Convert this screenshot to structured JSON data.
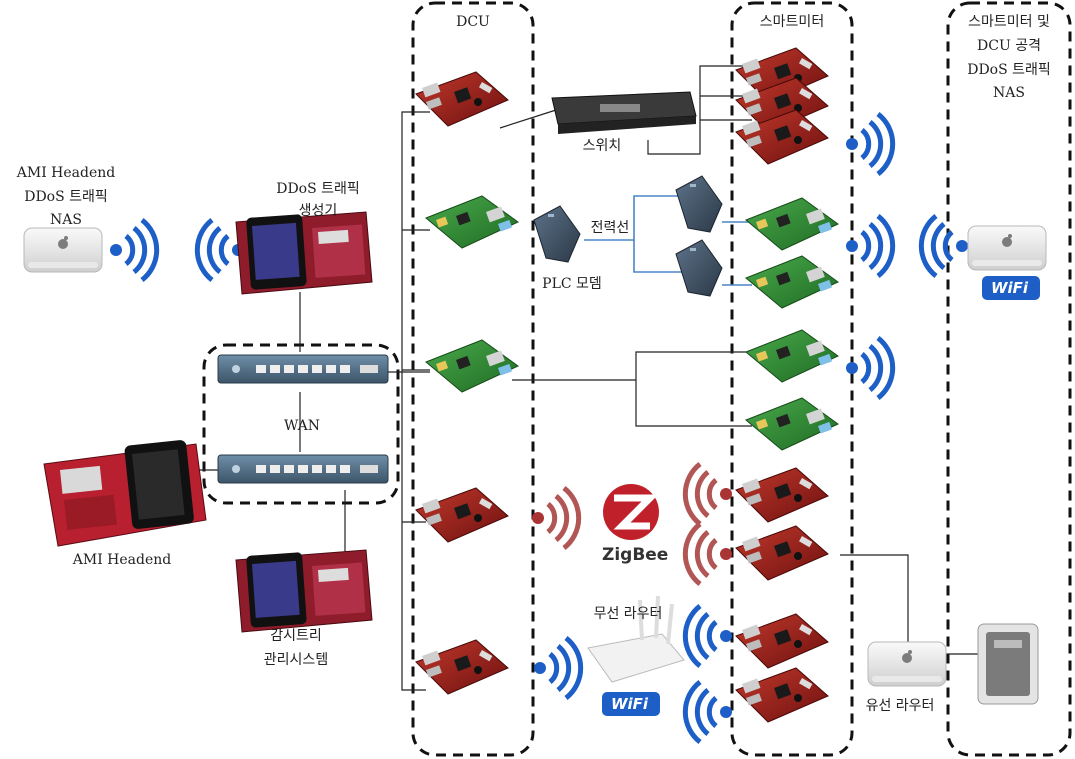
{
  "groups": {
    "dcu": "DCU",
    "smartmeter": "스마트미터",
    "attack": [
      "스마트미터 및",
      "DCU 공격",
      "DDoS 트래픽",
      "NAS"
    ]
  },
  "labels": {
    "ami_nas": [
      "AMI Headend",
      "DDoS 트래픽",
      "NAS"
    ],
    "ddos_gen": [
      "DDoS 트래픽",
      "생성기"
    ],
    "wan": "WAN",
    "ami_headend": "AMI Headend",
    "monitor": [
      "감시트리",
      "관리시스템"
    ],
    "switch": "스위치",
    "powerline": "전력선",
    "plc_modem": "PLC 모뎀",
    "zigbee": "ZigBee",
    "wireless_router": "무선 라우터",
    "wired_router": "유선 라우터",
    "wifi_badge": "WiFi"
  },
  "colors": {
    "board_red": "#9c1c1c",
    "board_green": "#2f8a2f",
    "wifi_blue": "#1d5fc7",
    "zigbee_red": "#9b2a2a",
    "line": "#222222",
    "powerline_blue": "#4a86c5"
  },
  "icons": [
    "apple-mini-icon",
    "wifi-waves-icon",
    "tablet-board-icon",
    "network-switch-icon",
    "red-board-icon",
    "green-board-icon",
    "plc-modem-icon",
    "zigbee-logo-icon",
    "wireless-router-icon",
    "server-tower-icon",
    "wifi-badge-icon"
  ]
}
